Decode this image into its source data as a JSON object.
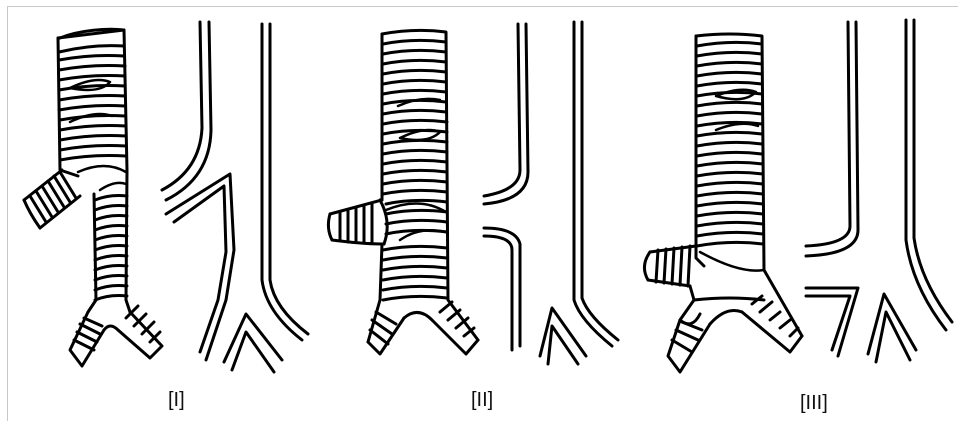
{
  "panels": [
    {
      "id": "I",
      "label": "[I]"
    },
    {
      "id": "II",
      "label": "[II]"
    },
    {
      "id": "III",
      "label": "[III]"
    }
  ],
  "style": {
    "stroke": "#000000",
    "background": "#ffffff",
    "frame": "#c9c9c9"
  }
}
